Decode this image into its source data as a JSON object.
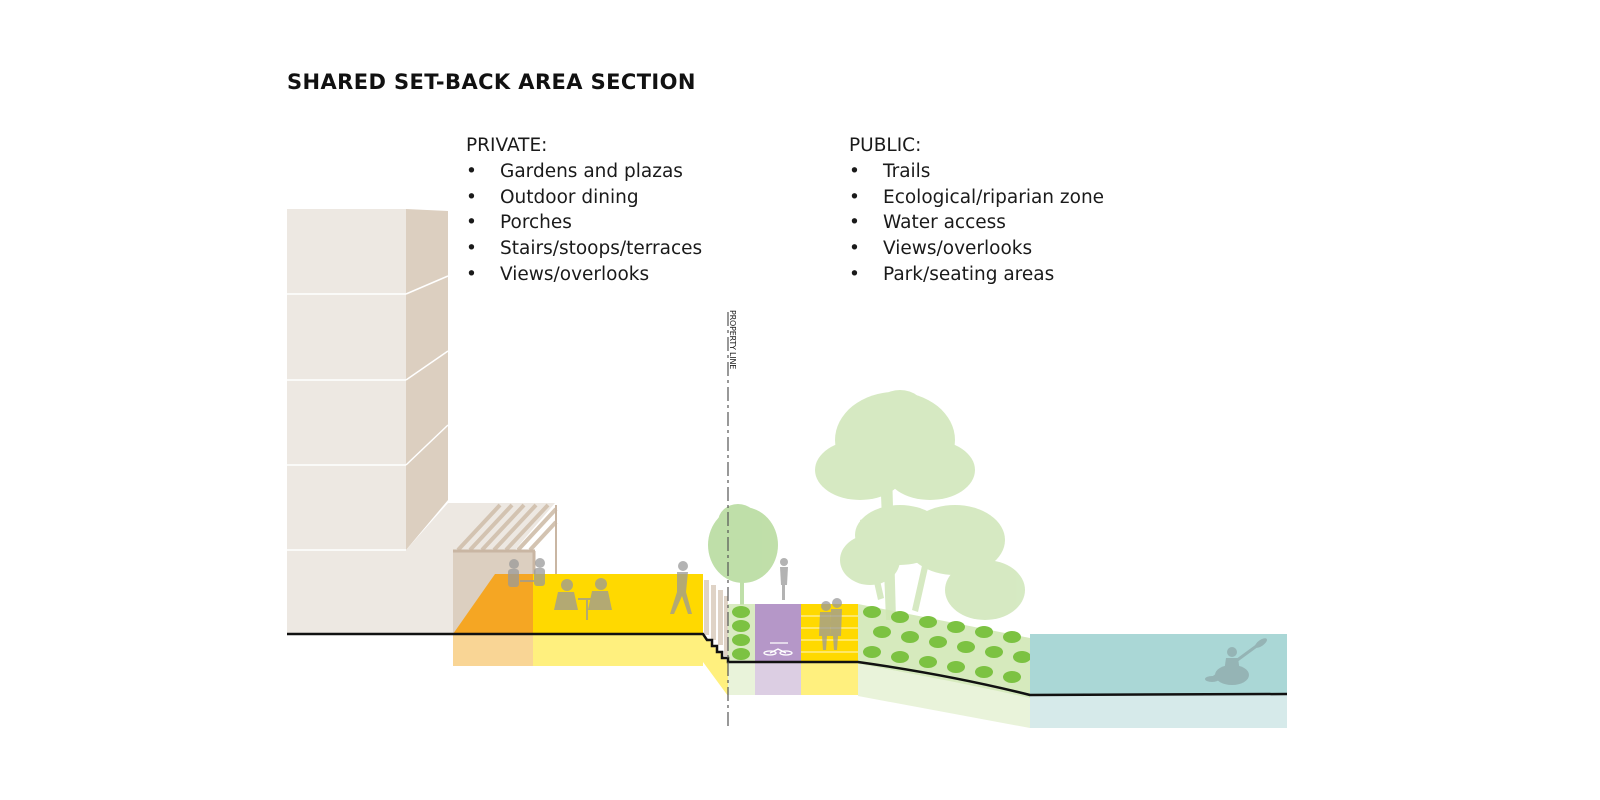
{
  "title": "SHARED SET-BACK AREA SECTION",
  "private": {
    "heading": "PRIVATE:",
    "items": [
      "Gardens and plazas",
      "Outdoor dining",
      "Porches",
      "Stairs/stoops/terraces",
      "Views/overlooks"
    ]
  },
  "public": {
    "heading": "PUBLIC:",
    "items": [
      "Trails",
      "Ecological/riparian zone",
      "Water access",
      "Views/overlooks",
      "Park/seating areas"
    ]
  },
  "property_line_label": "PROPERTY LINE",
  "bullet": "•",
  "colors": {
    "building_front": "#ede8e2",
    "building_side": "#dccfc0",
    "porch_orange": "#f5a623",
    "porch_orange_below": "#f9d595",
    "plaza_yellow": "#ffd900",
    "plaza_yellow_below": "#fff07e",
    "trail_purple": "#b597c8",
    "trail_purple_below": "#dccee3",
    "riparian_green": "#cfe6b2",
    "riparian_green_below": "#e9f3da",
    "shrub_green": "#7cc242",
    "tree_green": "#c8e2b0",
    "water": "#aad7d6",
    "water_below": "#d6eaea",
    "silhouette": "#9a9a9a",
    "ground_line": "#111111"
  }
}
